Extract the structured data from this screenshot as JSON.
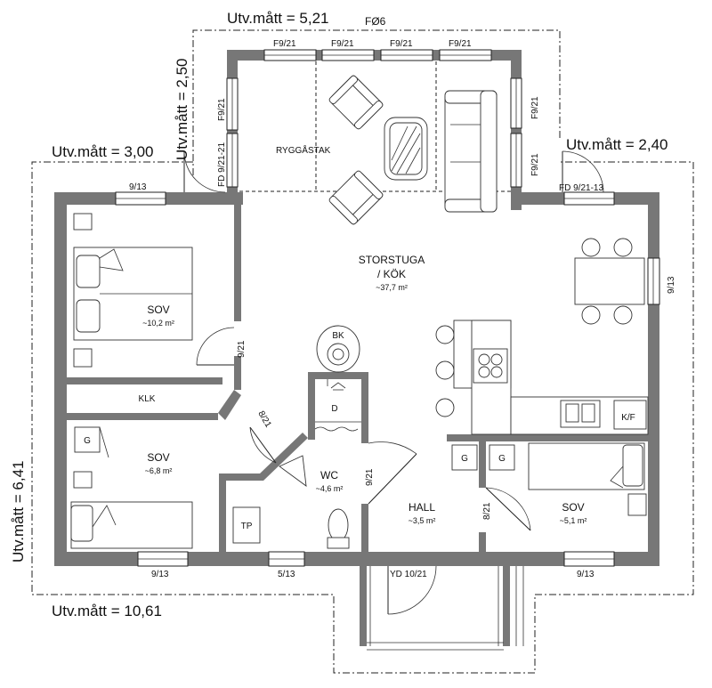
{
  "dimensions": {
    "width_total": "Utv.mått = 10,61",
    "height_total": "Utv.mått = 6,41",
    "left_wing": "Utv.mått = 3,00",
    "porch_width": "Utv.mått = 5,21",
    "porch_depth": "Utv.mått = 2,50",
    "right_wing": "Utv.mått = 2,40"
  },
  "labels": {
    "f06": "FØ6",
    "roof": "RYGGÅSTAK",
    "living_1": "STORSTUGA",
    "living_2": "/ KÖK",
    "living_area": "~37,7 m²",
    "sov1": "SOV",
    "sov1_area": "~10,2 m²",
    "klk": "KLK",
    "sov2": "SOV",
    "sov2_area": "~6,8 m²",
    "wc": "WC",
    "wc_area": "~4,6 m²",
    "hall": "HALL",
    "hall_area": "~3,5 m²",
    "sov3": "SOV",
    "sov3_area": "~5,1 m²",
    "bk": "BK",
    "d": "D",
    "tp": "TP",
    "kf": "K/F",
    "g1": "G",
    "g2": "G",
    "g3": "G"
  },
  "openings": {
    "f921_a": "F9/21",
    "f921_b": "F9/21",
    "f921_c": "F9/21",
    "f921_d": "F9/21",
    "f921_left": "F9/21",
    "f921_right_top": "F9/21",
    "f921_right_bottom": "F9/21",
    "fd_left": "FD 9/21-21",
    "fd_right": "FD 9/21-13",
    "w913_top": "9/13",
    "w913_right": "9/13",
    "w913_bl": "9/13",
    "w513": "5/13",
    "w913_br": "9/13",
    "d921_sov1": "9/21",
    "d821_sov2": "8/21",
    "d921_wc": "9/21",
    "d821_sov3": "8/21",
    "yd": "YD 10/21"
  }
}
